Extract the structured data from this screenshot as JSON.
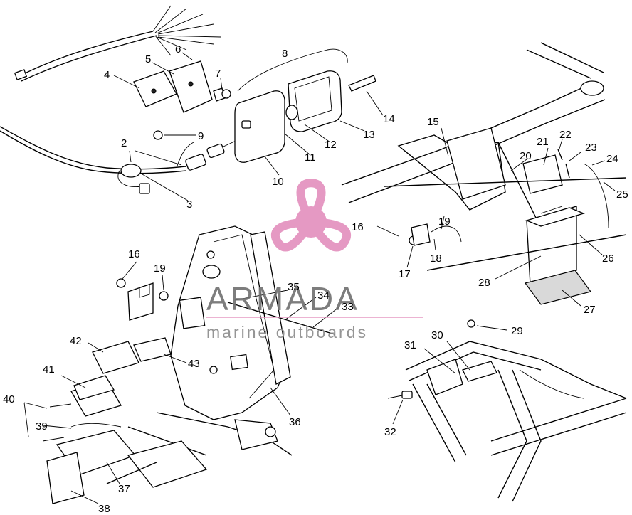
{
  "watermark": {
    "title": "ARMADA",
    "subtitle": "marine outboards",
    "logo_color": "#e38fbd"
  },
  "callouts": [
    "2",
    "3",
    "4",
    "5",
    "6",
    "7",
    "8",
    "9",
    "10",
    "11",
    "12",
    "13",
    "14",
    "15",
    "16",
    "17",
    "18",
    "19",
    "20",
    "21",
    "22",
    "23",
    "24",
    "25",
    "26",
    "27",
    "28",
    "29",
    "30",
    "31",
    "32",
    "33",
    "34",
    "35",
    "36",
    "37",
    "38",
    "39",
    "40",
    "41",
    "42",
    "43"
  ],
  "callouts_repeat": [
    "16",
    "19"
  ]
}
